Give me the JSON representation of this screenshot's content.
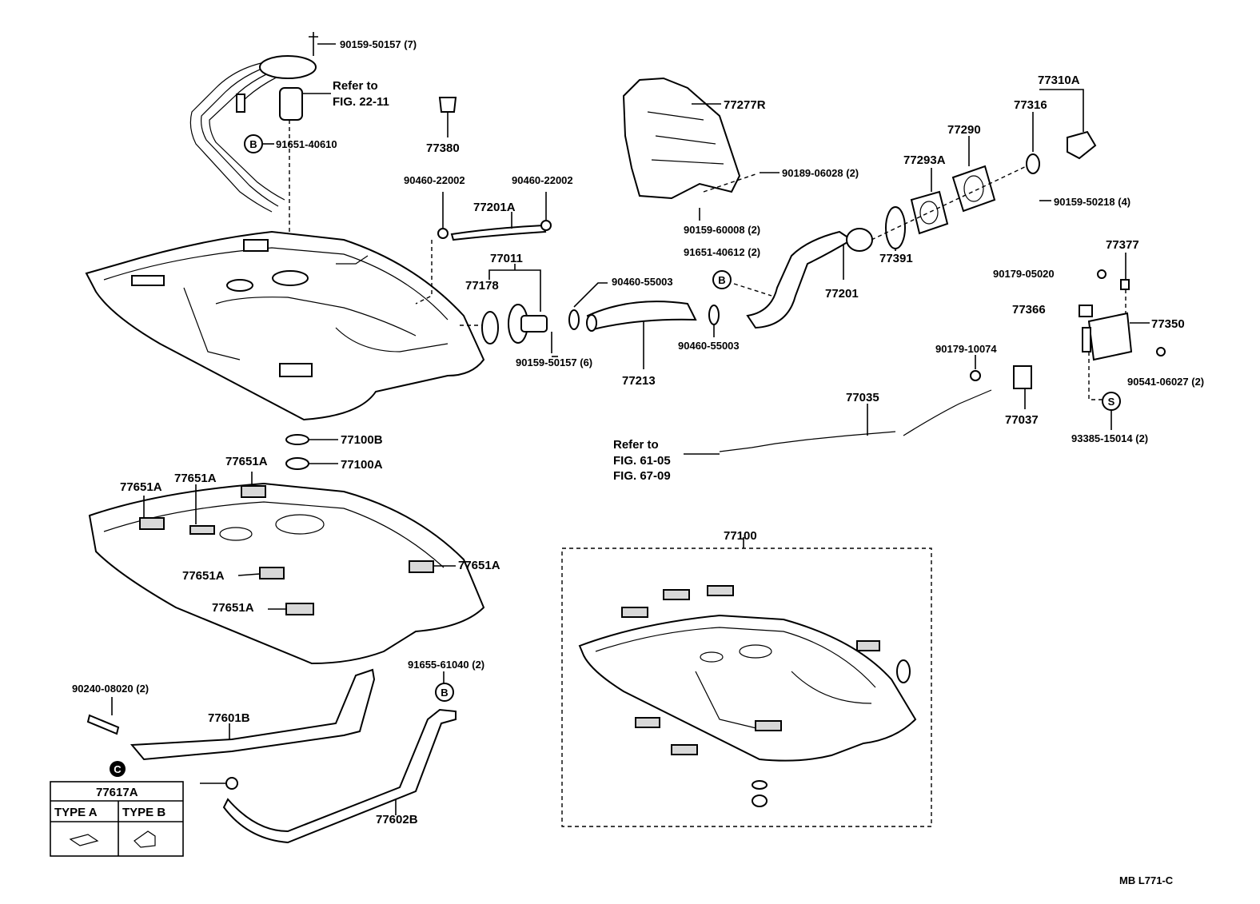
{
  "diagram_code": "MB  L771-C",
  "refs": {
    "pump": [
      "Refer to",
      "FIG. 22-11"
    ],
    "cable": [
      "Refer to",
      "FIG. 61-05",
      "FIG. 67-09"
    ]
  },
  "labels": {
    "p90159_50157_7": "90159-50157 (7)",
    "p91651_40610": "91651-40610",
    "p77380": "77380",
    "p90460_22002a": "90460-22002",
    "p90460_22002b": "90460-22002",
    "p77201A": "77201A",
    "p77011": "77011",
    "p77178": "77178",
    "p90460_55003a": "90460-55003",
    "p90460_55003b": "90460-55003",
    "p90159_50157_6": "90159-50157 (6)",
    "p77213": "77213",
    "p77277R": "77277R",
    "p90189_06028": "90189-06028 (2)",
    "p90159_60008": "90159-60008 (2)",
    "p91651_40612": "91651-40612 (2)",
    "p77201": "77201",
    "p77391": "77391",
    "p77293A": "77293A",
    "p77290": "77290",
    "p77310A": "77310A",
    "p77316": "77316",
    "p90159_50218": "90159-50218 (4)",
    "p77377": "77377",
    "p90179_05020": "90179-05020",
    "p77366": "77366",
    "p77350": "77350",
    "p90541_06027": "90541-06027 (2)",
    "p93385_15014": "93385-15014 (2)",
    "p90179_10074": "90179-10074",
    "p77037": "77037",
    "p77035": "77035",
    "p77100B": "77100B",
    "p77100A": "77100A",
    "p77651A_1": "77651A",
    "p77651A_2": "77651A",
    "p77651A_3": "77651A",
    "p77651A_4": "77651A",
    "p77651A_5": "77651A",
    "p77651A_6": "77651A",
    "p77100": "77100",
    "p90240_08020": "90240-08020 (2)",
    "p77601B": "77601B",
    "p91655_61040": "91655-61040 (2)",
    "p77602B": "77602B"
  },
  "markers": {
    "b1": "B",
    "b2": "B",
    "b3": "B",
    "s1": "S",
    "c1": "C"
  },
  "type_table": {
    "part": "77617A",
    "col_a": "TYPE  A",
    "col_b": "TYPE  B"
  }
}
